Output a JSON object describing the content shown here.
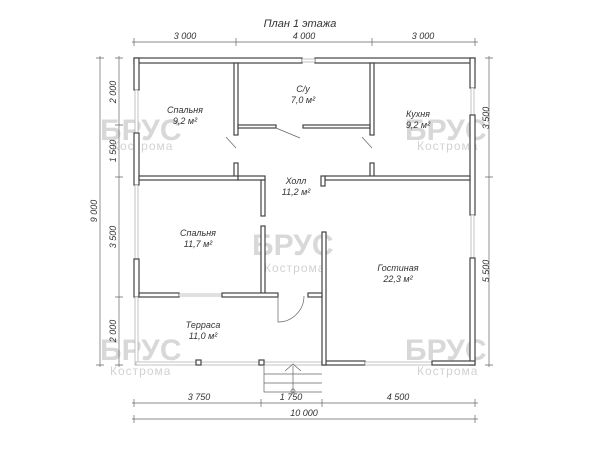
{
  "title": "План 1 этажа",
  "rooms": [
    {
      "name": "Спальня",
      "area": "9,2 м²"
    },
    {
      "name": "С/у",
      "area": "7,0 м²"
    },
    {
      "name": "Кухня",
      "area": "9,2 м²"
    },
    {
      "name": "Холл",
      "area": "11,2 м²"
    },
    {
      "name": "Спальня",
      "area": "11,7 м²"
    },
    {
      "name": "Гостиная",
      "area": "22,3 м²"
    },
    {
      "name": "Терраса",
      "area": "11,0 м²"
    }
  ],
  "dimensions": {
    "top": [
      "3 000",
      "4 000",
      "3 000"
    ],
    "left_total": "9 000",
    "left": [
      "2 000",
      "1 500",
      "3 500",
      "2 000"
    ],
    "right": [
      "3 500",
      "5 500"
    ],
    "bottom": [
      "3 750",
      "1 750",
      "4 500"
    ],
    "bottom_total": "10 000"
  },
  "watermark": {
    "brand": "БРУС",
    "city": "Кострома"
  },
  "colors": {
    "wall": "#444444",
    "watermark": "#d8d8d8"
  }
}
